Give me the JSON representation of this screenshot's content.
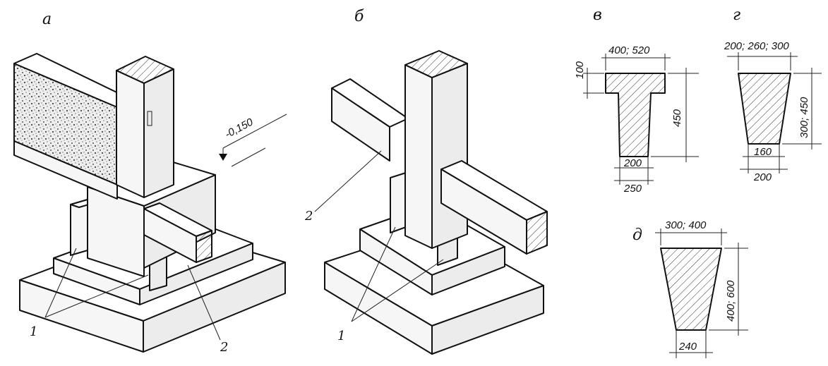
{
  "panel_labels": {
    "a": "а",
    "b": "б",
    "v": "в",
    "g": "г",
    "d": "д"
  },
  "callouts": {
    "one": "1",
    "two": "2"
  },
  "elevation": "-0,150",
  "section_v": {
    "top_width": "400; 520",
    "flange": "100",
    "height": "450",
    "bottom_inner": "200",
    "bottom_outer": "250"
  },
  "section_g": {
    "top_width": "200; 260; 300",
    "height": "300; 450",
    "bottom_inner": "160",
    "bottom_outer": "200"
  },
  "section_d": {
    "top_width": "300; 400",
    "height": "400; 600",
    "bottom": "240"
  }
}
